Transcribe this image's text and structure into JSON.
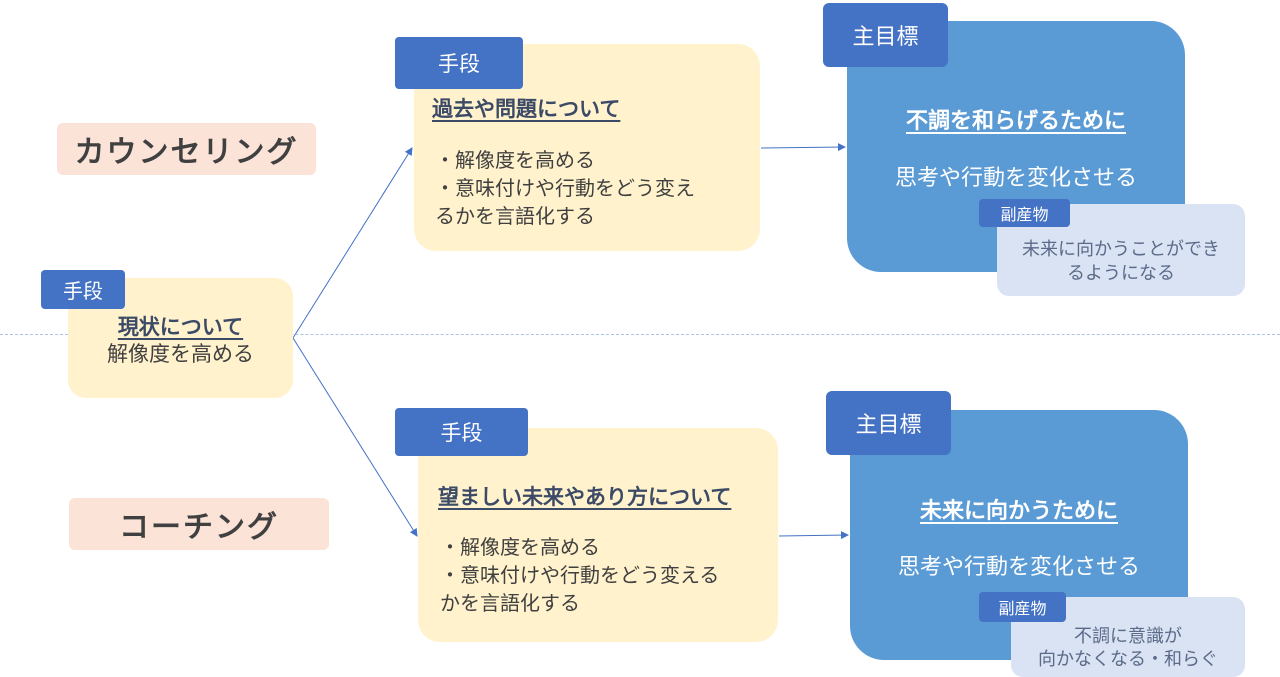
{
  "left": {
    "counseling_label": "カウンセリング",
    "coaching_label": "コーチング",
    "start_box": {
      "tag": "手段",
      "title": "現状について",
      "text": "解像度を高める"
    }
  },
  "upper": {
    "method": {
      "tag": "手段",
      "title": "過去や問題について",
      "lines": [
        "・解像度を高める",
        "・意味付けや行動をどう変え",
        "るかを言語化する"
      ]
    },
    "goal": {
      "tag": "主目標",
      "title": "不調を和らげるために",
      "text": "思考や行動を変化させる"
    },
    "byproduct": {
      "tag": "副産物",
      "lines": [
        "未来に向かうことができ",
        "るようになる"
      ]
    }
  },
  "lower": {
    "method": {
      "tag": "手段",
      "title": "望ましい未来やあり方について",
      "lines": [
        "・解像度を高める",
        "・意味付けや行動をどう変える",
        "かを言語化する"
      ]
    },
    "goal": {
      "tag": "主目標",
      "title": "未来に向かうために",
      "text": "思考や行動を変化させる"
    },
    "byproduct": {
      "tag": "副産物",
      "lines": [
        "不調に意識が",
        "向かなくなる・和らぐ"
      ]
    }
  },
  "colors": {
    "label_bg": "#fbe3d8",
    "method_bg": "#fff2cc",
    "tag_bg": "#4472c4",
    "goal_bg": "#5b9bd5",
    "byproduct_bg": "#dae3f3",
    "connector": "#4472c4"
  }
}
